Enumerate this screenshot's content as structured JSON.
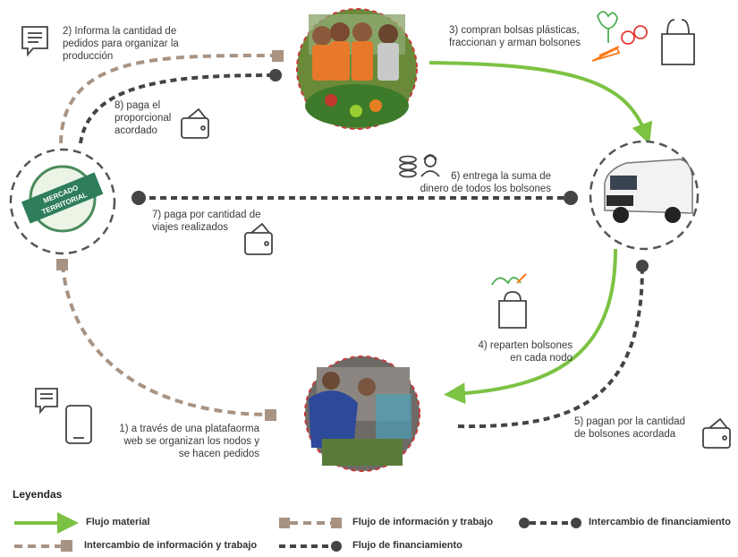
{
  "steps": {
    "s1": "1) a través de una platafaorma\nweb se organizan los nodos y\nse hacen pedidos",
    "s2": "2) Informa la cantidad de\npedidos para organizar la\nproducción",
    "s3": "3) compran bolsas plásticas,\nfraccionan y arman bolsones",
    "s4": "4) reparten bolsones\nen cada nodo",
    "s5": "5) pagan por la cantidad\nde bolsones acordada",
    "s6": "6) entrega la suma de\ndinero de todos los bolsones",
    "s7": "7) paga por cantidad de\nviajes realizados",
    "s8": "8) paga el\nproporcional\nacordado"
  },
  "logo": {
    "line1": "MERCADO",
    "line2": "TERRITORIAL"
  },
  "legend": {
    "title": "Leyendas",
    "material": "Flujo material",
    "info_exchange": "Intercambio de información y trabajo",
    "info_flow": "Flujo de información y trabajo",
    "finance_flow": "Flujo de financiamiento",
    "finance_exchange": "Intercambio de financiamiento"
  },
  "colors": {
    "green": "#7cc243",
    "taupe": "#a89383",
    "dark": "#444444"
  }
}
